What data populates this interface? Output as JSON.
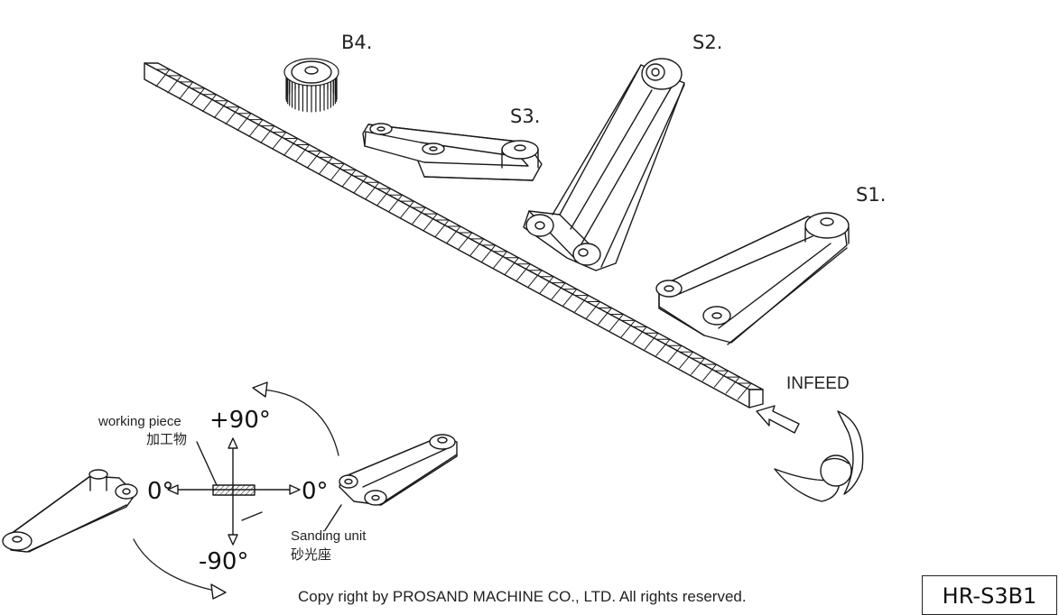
{
  "labels": {
    "b4": "B4.",
    "s3": "S3.",
    "s2": "S2.",
    "s1": "S1.",
    "infeed": "INFEED",
    "plus90": "+90°",
    "minus90": "-90°",
    "zero_left": "0°",
    "zero_right": "0°",
    "working_piece_en": "working piece",
    "working_piece_zh": "加工物",
    "sanding_unit_en": "Sanding unit",
    "sanding_unit_zh": "砂光座",
    "copyright": "Copy right by PROSAND MACHINE CO., LTD. All rights reserved.",
    "model": "HR-S3B1"
  },
  "icons": {
    "brush": "brush-roller-icon",
    "conveyor": "conveyor-belt-icon",
    "sanding_arm": "sanding-arm-icon",
    "rotate": "rotate-arrow-icon",
    "infeed_arrow": "infeed-arrow-icon"
  },
  "colors": {
    "line": "#1a1a1a",
    "fill": "#ffffff",
    "shade": "#555555"
  }
}
